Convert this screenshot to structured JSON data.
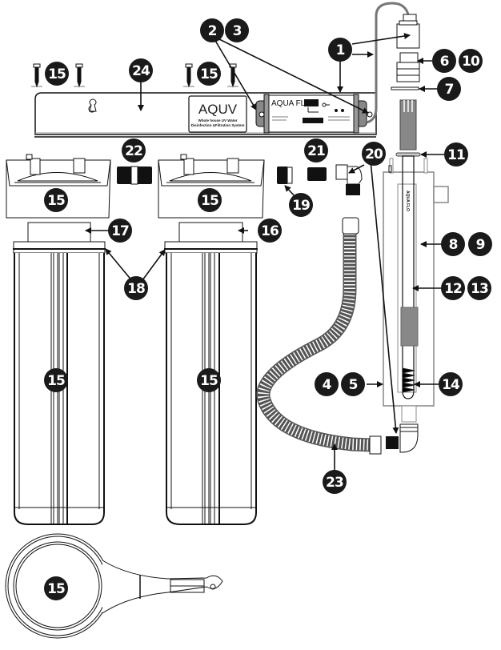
{
  "diagram": {
    "type": "exploded-parts-diagram",
    "colors": {
      "line": "#111111",
      "badge": "#1a1a1a",
      "badge_text": "#ffffff",
      "gray_fill": "#8a8a8a",
      "cord": "#777777"
    },
    "panel": {
      "brand": "AQUV",
      "tagline_line1": "Whole house UV Water",
      "tagline_line2": "Disinfection &Filtration System"
    },
    "controller": {
      "brand": "AQUA FLO"
    },
    "uv_chamber": {
      "vertical_label": "AQUA FLO"
    },
    "callouts": {
      "c1": "1",
      "c2": "2",
      "c3": "3",
      "c4": "4",
      "c5": "5",
      "c6": "6",
      "c7": "7",
      "c8": "8",
      "c9": "9",
      "c10": "10",
      "c11": "11",
      "c12": "12",
      "c13": "13",
      "c14": "14",
      "c15": "15",
      "c16": "16",
      "c17": "17",
      "c18": "18",
      "c19": "19",
      "c20": "20",
      "c21": "21",
      "c22": "22",
      "c23": "23",
      "c24": "24"
    }
  }
}
